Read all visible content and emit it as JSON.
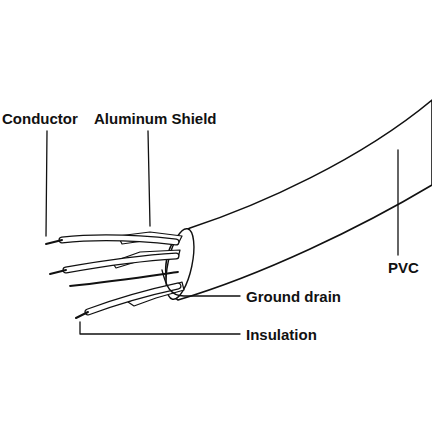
{
  "diagram": {
    "labels": [
      "Conductor",
      "Aluminum Shield",
      "PVC",
      "Ground drain",
      "Insulation"
    ]
  }
}
